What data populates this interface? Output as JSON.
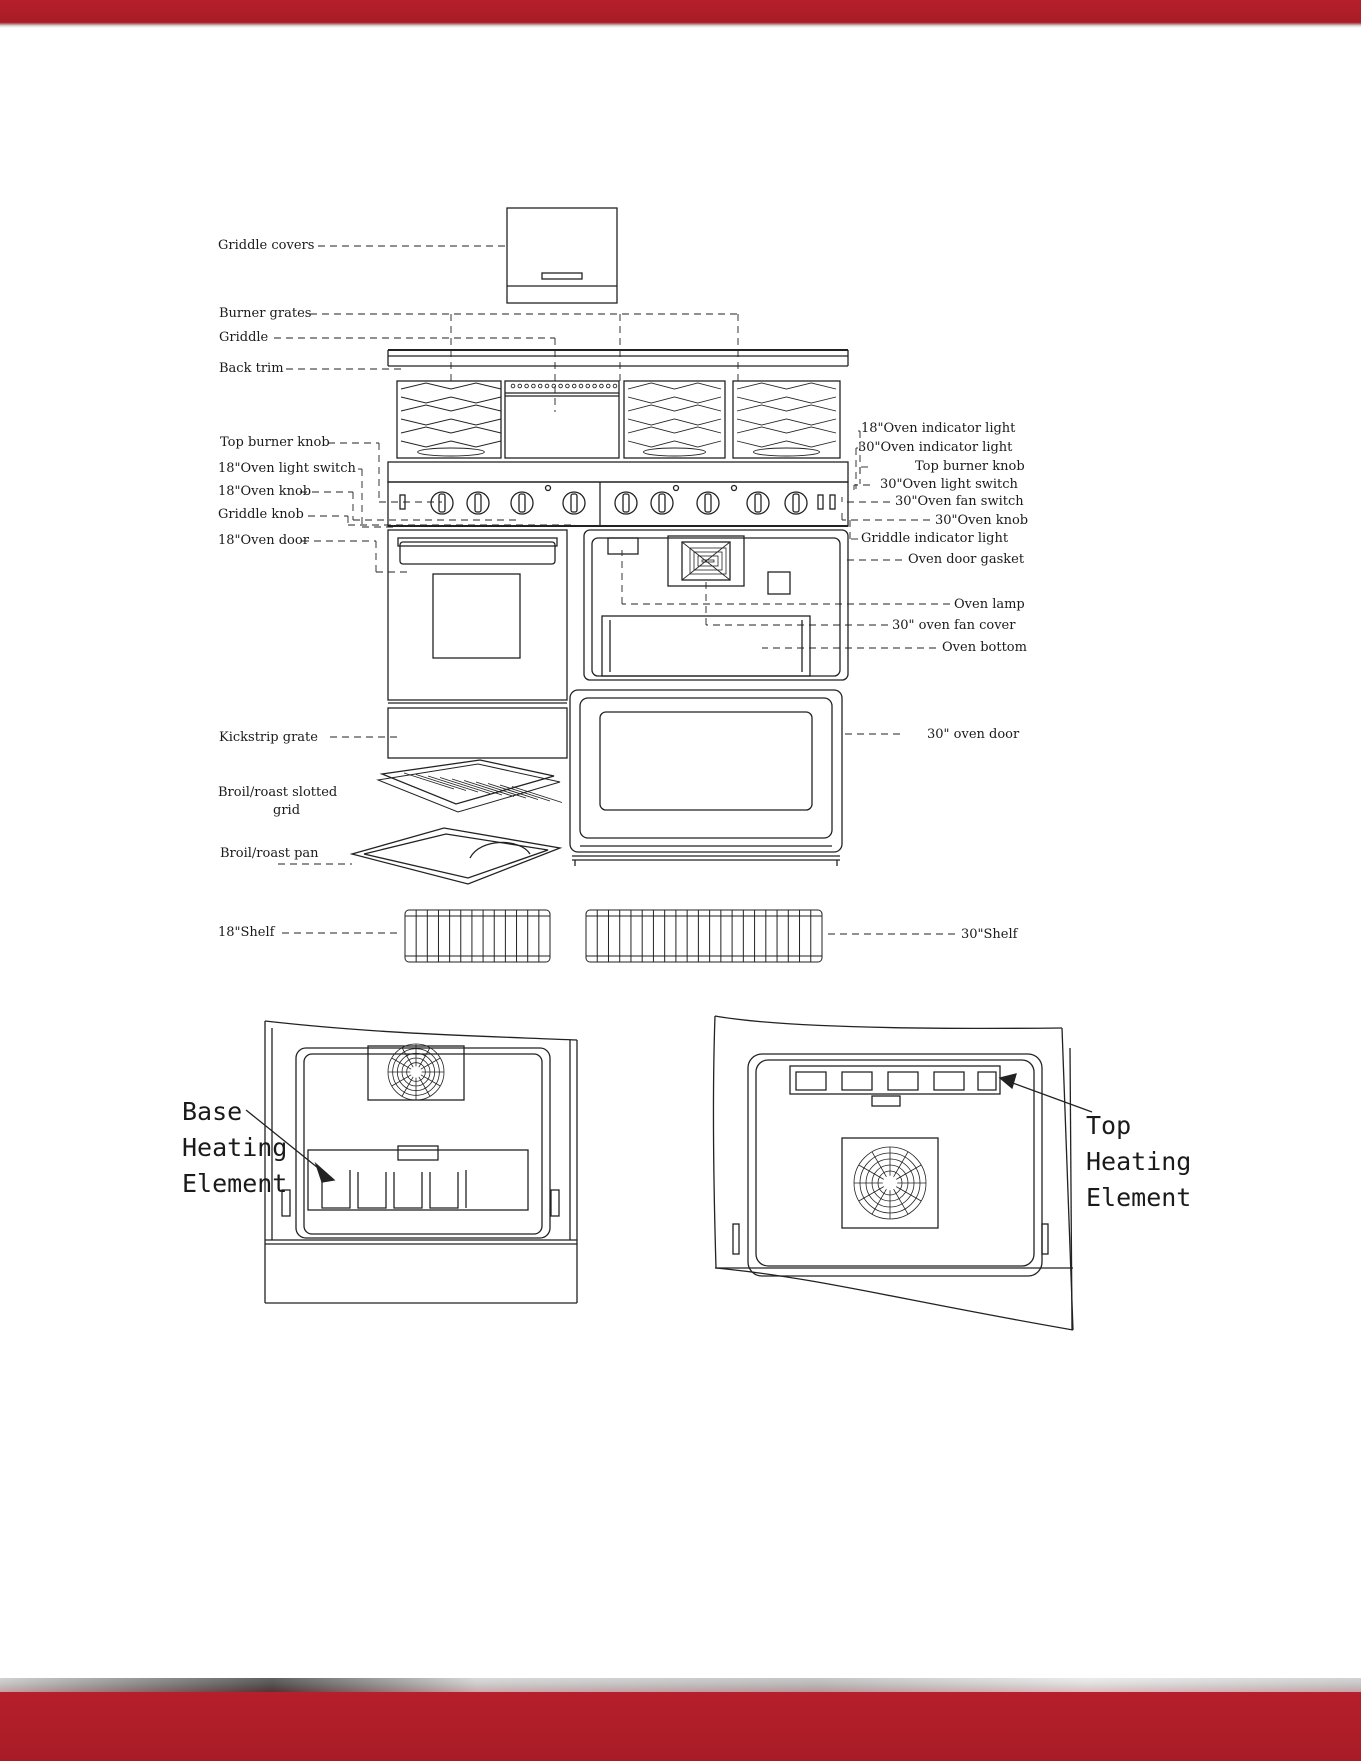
{
  "diagram": {
    "labels": {
      "griddle_covers": "Griddle covers",
      "burner_grates": "Burner grates",
      "griddle": "Griddle",
      "back_trim": "Back trim",
      "top_burner_knob_left": "Top burner knob",
      "oven18_light_switch": "18\"Oven light switch",
      "oven18_knob": "18\"Oven knob",
      "griddle_knob": "Griddle knob",
      "oven18_door": "18\"Oven door",
      "kickstrip_grate": "Kickstrip grate",
      "broil_slotted_grid_1": "Broil/roast slotted",
      "broil_slotted_grid_2": "grid",
      "broil_roast_pan": "Broil/roast pan",
      "shelf18": "18\"Shelf",
      "oven18_indicator_light": "18\"Oven indicator light",
      "oven30_indicator_light": "30\"Oven indicator light",
      "top_burner_knob_right": "Top burner knob",
      "oven30_light_switch": "30\"Oven light switch",
      "oven30_fan_switch": "30\"Oven fan switch",
      "oven30_knob": "30\"Oven knob",
      "griddle_indicator_light": "Griddle indicator light",
      "oven_door_gasket": "Oven door gasket",
      "oven_lamp": "Oven lamp",
      "oven30_fan_cover": "30\" oven fan cover",
      "oven_bottom": "Oven bottom",
      "oven30_door": "30\" oven door",
      "shelf30": "30\"Shelf"
    },
    "base_heating": {
      "line1": "Base",
      "line2": "Heating",
      "line3": "Element"
    },
    "top_heating": {
      "line1": "Top",
      "line2": "Heating",
      "line3": "Element"
    }
  }
}
